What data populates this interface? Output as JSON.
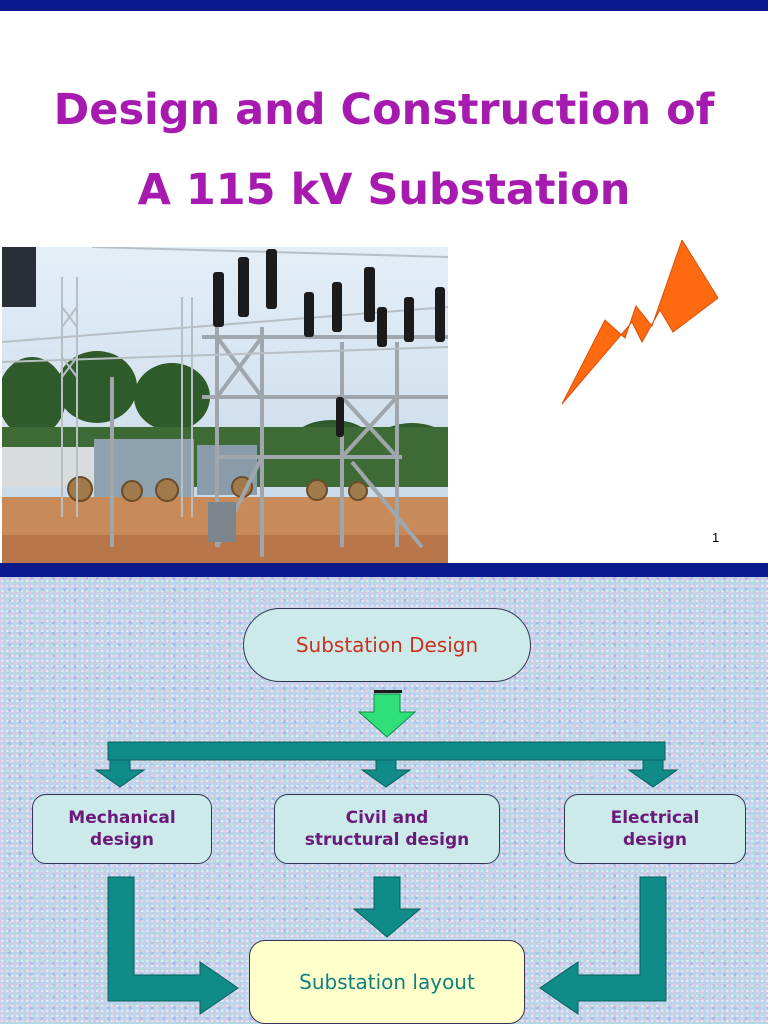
{
  "slide1": {
    "title_line1": "Design and Construction of",
    "title_line2": "A 115 kV Substation",
    "page_number": "1"
  },
  "slide2": {
    "root": "Substation Design",
    "mechanical_line1": "Mechanical",
    "mechanical_line2": "design",
    "civil_line1": "Civil and",
    "civil_line2": "structural design",
    "electrical_line1": "Electrical",
    "electrical_line2": "design",
    "layout": "Substation layout"
  },
  "colors": {
    "title": "#a61ab0",
    "bar": "#0a1a8c",
    "bolt": "#ff6a10",
    "arrow": "#0f8c87",
    "box_fill": "#cdeaea",
    "layout_fill": "#ffffcc"
  }
}
